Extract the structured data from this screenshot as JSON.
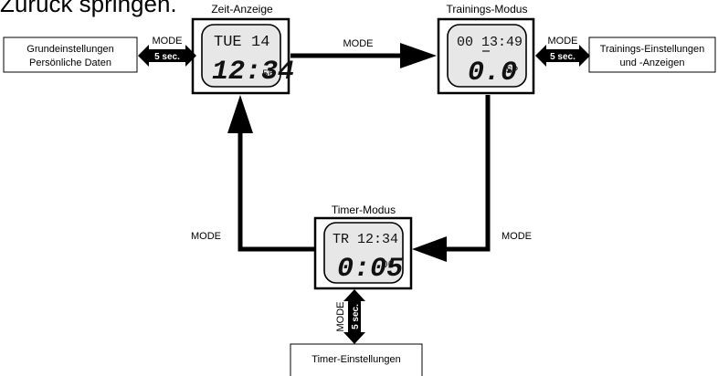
{
  "page_heading_cutoff": "Zurück springen.",
  "modes": {
    "time": {
      "title": "Zeit-Anzeige",
      "lcd_top_left": "TUE",
      "lcd_top_right": "14",
      "lcd_main": "12:34",
      "lcd_small": "56"
    },
    "training": {
      "title": "Trainings-Modus",
      "lcd_top": "00 13:49",
      "lcd_main": "0.0",
      "lcd_small": "SP"
    },
    "timer": {
      "title": "Timer-Modus",
      "lcd_top": "TR 12:34",
      "lcd_main": "0:05",
      "lcd_small": "00"
    }
  },
  "boxes": {
    "basic_settings_line1": "Grundeinstellungen",
    "basic_settings_line2": "Persönliche Daten",
    "training_settings_line1": "Trainings-Einstellungen",
    "training_settings_line2": "und -Anzeigen",
    "timer_settings": "Timer-Einstellungen"
  },
  "labels": {
    "mode": "MODE",
    "hold_5_sec": "5 sec."
  }
}
